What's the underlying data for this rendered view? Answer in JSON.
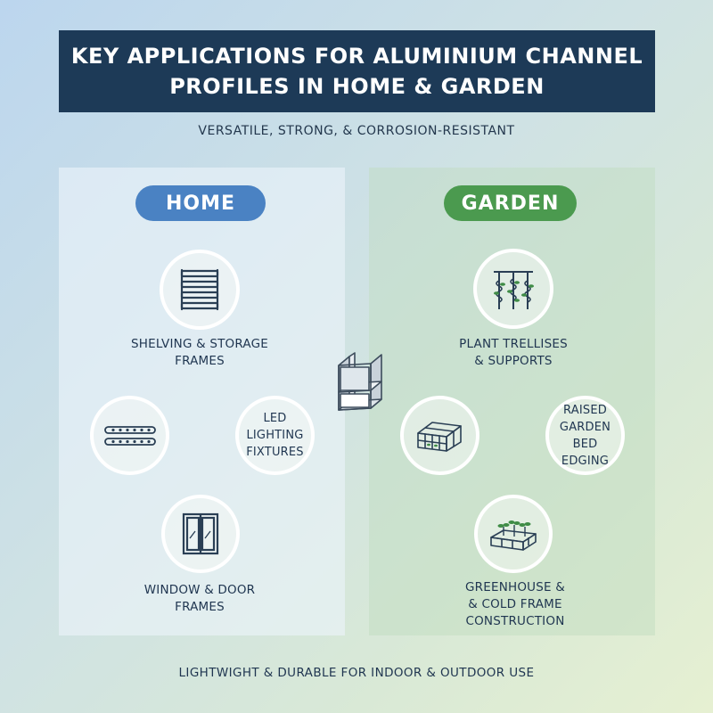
{
  "title": {
    "line1": "KEY APPLICATIONS FOR ALUMINIUM CHANNEL",
    "line2": "PROFILES IN HOME & GARDEN"
  },
  "subtitle": "VERSATILE, STRONG, & CORROSION-RESISTANT",
  "home": {
    "heading": "HOME",
    "items": [
      {
        "icon": "shelving-icon",
        "label_lines": [
          "SHELVING & STORAGE",
          "FRAMES"
        ]
      },
      {
        "icon": "led-strip-icon",
        "label_lines": []
      },
      {
        "icon": "",
        "label_lines": [
          "LED LIGHTING",
          "FIXTURES"
        ]
      },
      {
        "icon": "window-icon",
        "label_lines": [
          "WINDOW & DOOR",
          "FRAMES"
        ]
      }
    ]
  },
  "garden": {
    "heading": "GARDEN",
    "items": [
      {
        "icon": "trellis-icon",
        "label_lines": [
          "PLANT TRELLISES",
          "& SUPPORTS"
        ]
      },
      {
        "icon": "greenhouse-icon",
        "label_lines": []
      },
      {
        "icon": "",
        "label_lines": [
          "RAISED",
          "GARDEN BED",
          "EDGING"
        ]
      },
      {
        "icon": "raised-bed-icon",
        "label_lines": [
          "GREENHOUSE &",
          "& COLD FRAME",
          "CONSTRUCTION"
        ]
      }
    ]
  },
  "footer": "LIGHTWIGHT & DURABLE FOR INDOOR & OUTDOOR USE",
  "colors": {
    "title_bg": "#1d3a57",
    "home_accent": "#4a82c3",
    "garden_accent": "#4b9a4f",
    "text": "#1f3550"
  }
}
